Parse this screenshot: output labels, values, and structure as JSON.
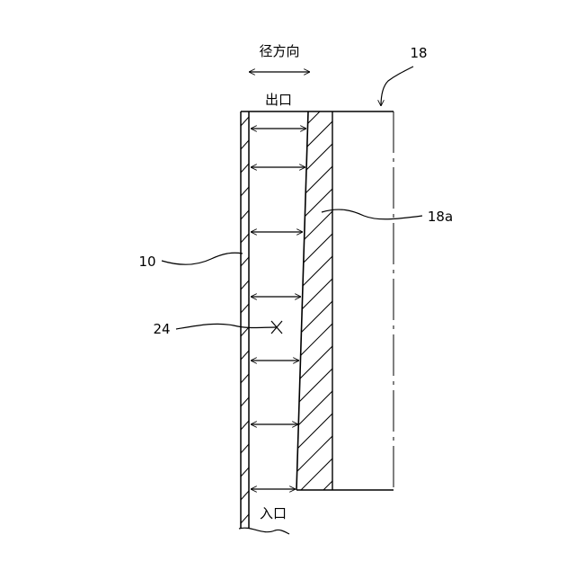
{
  "labels": {
    "radial_direction": "径方向",
    "outlet": "出口",
    "inlet": "入口"
  },
  "reference_numerals": {
    "member_18": "18",
    "part_18a": "18a",
    "wall_10": "10",
    "passage_24": "24"
  },
  "colors": {
    "line": "#000000",
    "background": "#ffffff"
  }
}
